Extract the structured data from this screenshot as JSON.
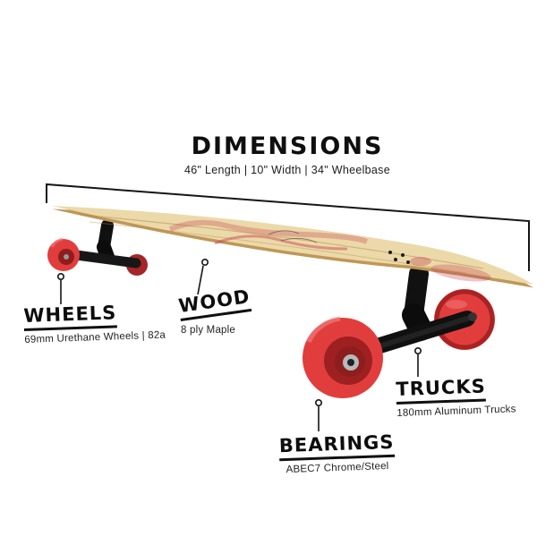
{
  "dimensions": {
    "label": "DIMENSIONS",
    "specs": "46\" Length | 10\" Width | 34\" Wheelbase"
  },
  "callouts": {
    "wheels": {
      "label": "WHEELS",
      "detail": "69mm Urethane Wheels | 82a"
    },
    "wood": {
      "label": "WOOD",
      "detail": "8 ply Maple"
    },
    "trucks": {
      "label": "TRUCKS",
      "detail": "180mm Aluminum Trucks"
    },
    "bearings": {
      "label": "BEARINGS",
      "detail": "ABEC7 Chrome/Steel"
    }
  },
  "colors": {
    "wheel": "#e23d3d",
    "wheel_dark": "#8e1d1d",
    "deck": "#ecd9a9",
    "deck_edge": "#bf9757",
    "ink": "#151515",
    "graphic": "#c43a50"
  }
}
